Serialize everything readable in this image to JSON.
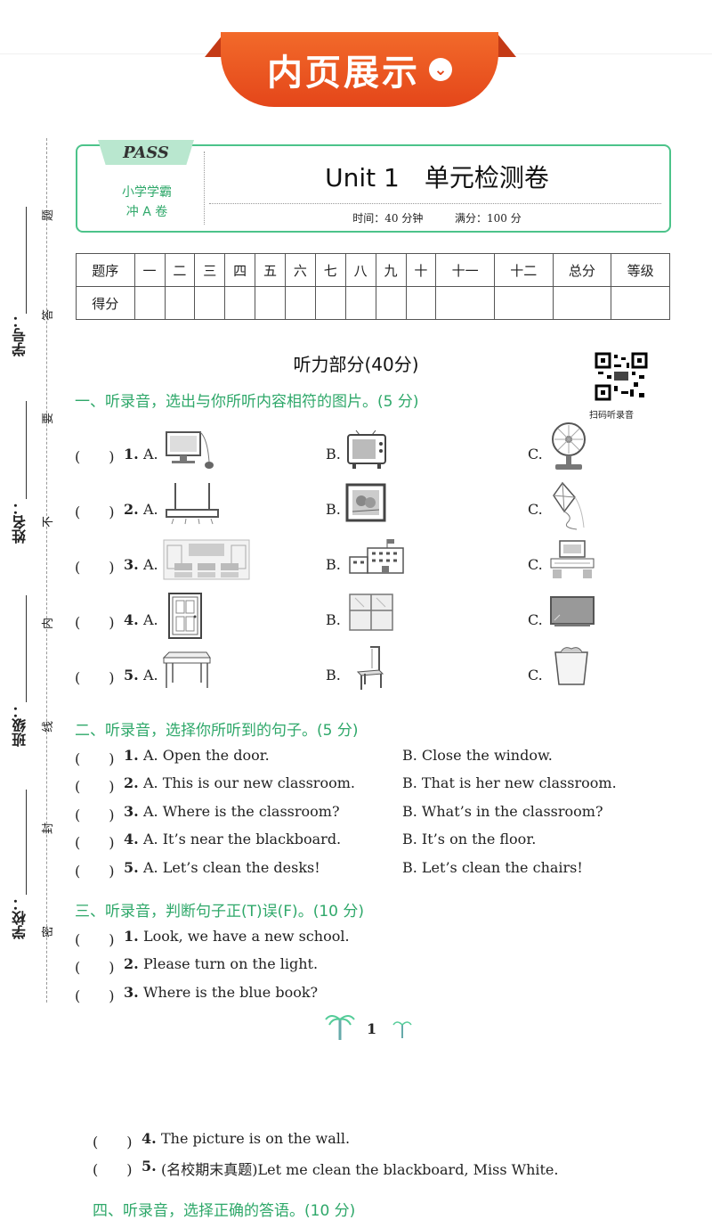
{
  "banner": {
    "title": "内页展示",
    "chevron_icon": "chevron-down-icon"
  },
  "binding": {
    "labels": [
      "学号：",
      "姓名：",
      "班级：",
      "学校："
    ],
    "chars": [
      "题",
      "答",
      "要",
      "不",
      "内",
      "线",
      "封",
      "密"
    ]
  },
  "header": {
    "pass_logo": "PASS",
    "brand_line1": "小学学霸",
    "brand_line2": "冲 A 卷",
    "title": "Unit 1　单元检测卷",
    "time": "时间：40 分钟",
    "full_score": "满分：100 分"
  },
  "score_table": {
    "row1": [
      "题序",
      "一",
      "二",
      "三",
      "四",
      "五",
      "六",
      "七",
      "八",
      "九",
      "十",
      "十一",
      "十二",
      "总分",
      "等级"
    ],
    "row2_label": "得分"
  },
  "listening": {
    "heading": "听力部分(40分)",
    "qr_caption": "扫码听录音"
  },
  "parts": {
    "p1": "一、听录音，选出与你所听内容相符的图片。(5 分)",
    "p2": "二、听录音，选择你所听到的句子。(5 分)",
    "p3": "三、听录音，判断句子正(T)误(F)。(10 分)",
    "p4": "四、听录音，选择正确的答语。(10 分)"
  },
  "bracket": "(　　)",
  "part1_items": [
    {
      "num": "1.",
      "a": "A.",
      "b": "B.",
      "c": "C."
    },
    {
      "num": "2.",
      "a": "A.",
      "b": "B.",
      "c": "C."
    },
    {
      "num": "3.",
      "a": "A.",
      "b": "B.",
      "c": "C."
    },
    {
      "num": "4.",
      "a": "A.",
      "b": "B.",
      "c": "C."
    },
    {
      "num": "5.",
      "a": "A.",
      "b": "B.",
      "c": "C."
    }
  ],
  "part2_items": [
    {
      "num": "1.",
      "a": "A. Open the door.",
      "b": "B. Close the window."
    },
    {
      "num": "2.",
      "a": "A. This is our new classroom.",
      "b": "B. That is her new classroom."
    },
    {
      "num": "3.",
      "a": "A. Where is the classroom?",
      "b": "B. What’s in the classroom?"
    },
    {
      "num": "4.",
      "a": "A. It’s near the blackboard.",
      "b": "B. It’s on the floor."
    },
    {
      "num": "5.",
      "a": "A. Let’s clean the desks!",
      "b": "B. Let’s clean the chairs!"
    }
  ],
  "part3_items": [
    {
      "num": "1.",
      "text": "Look, we have a new school."
    },
    {
      "num": "2.",
      "text": "Please turn on the light."
    },
    {
      "num": "3.",
      "text": "Where is the blue book?"
    },
    {
      "num": "4.",
      "text": "The picture is on the wall."
    },
    {
      "num": "5.",
      "text": "(名校期末真题)Let me clean the blackboard, Miss White."
    }
  ],
  "page_number": "1"
}
